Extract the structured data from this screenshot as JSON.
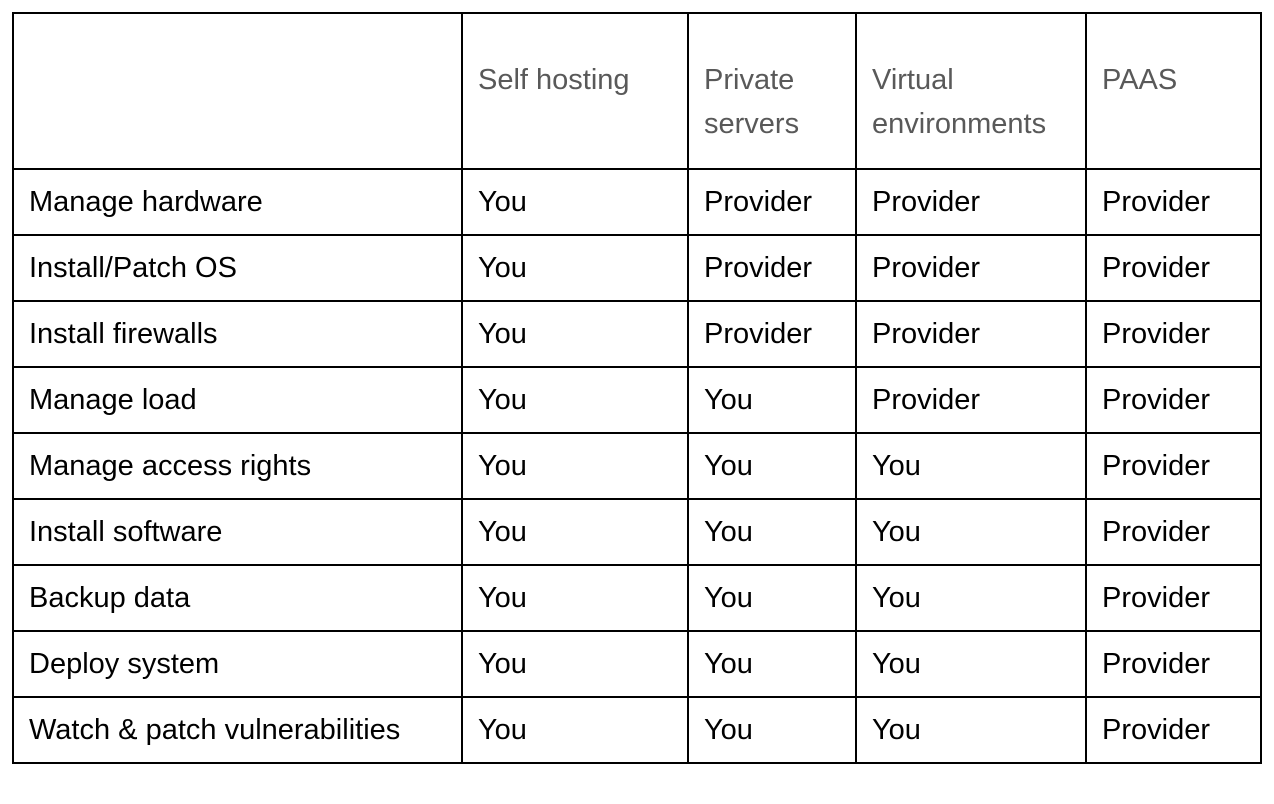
{
  "table": {
    "headers": [
      "",
      "Self hosting",
      "Private servers",
      "Virtual environments",
      "PAAS"
    ],
    "rows": [
      [
        "Manage hardware",
        "You",
        "Provider",
        "Provider",
        "Provider"
      ],
      [
        "Install/Patch OS",
        "You",
        "Provider",
        "Provider",
        "Provider"
      ],
      [
        "Install firewalls",
        "You",
        "Provider",
        "Provider",
        "Provider"
      ],
      [
        "Manage load",
        "You",
        "You",
        "Provider",
        "Provider"
      ],
      [
        "Manage access rights",
        "You",
        "You",
        "You",
        "Provider"
      ],
      [
        "Install software",
        "You",
        "You",
        "You",
        "Provider"
      ],
      [
        "Backup data",
        "You",
        "You",
        "You",
        "Provider"
      ],
      [
        "Deploy system",
        "You",
        "You",
        "You",
        "Provider"
      ],
      [
        "Watch & patch vulnerabilities",
        "You",
        "You",
        "You",
        "Provider"
      ]
    ]
  },
  "colors": {
    "header_text": "#595959",
    "body_text": "#000000",
    "border": "#000000",
    "background": "#ffffff"
  }
}
